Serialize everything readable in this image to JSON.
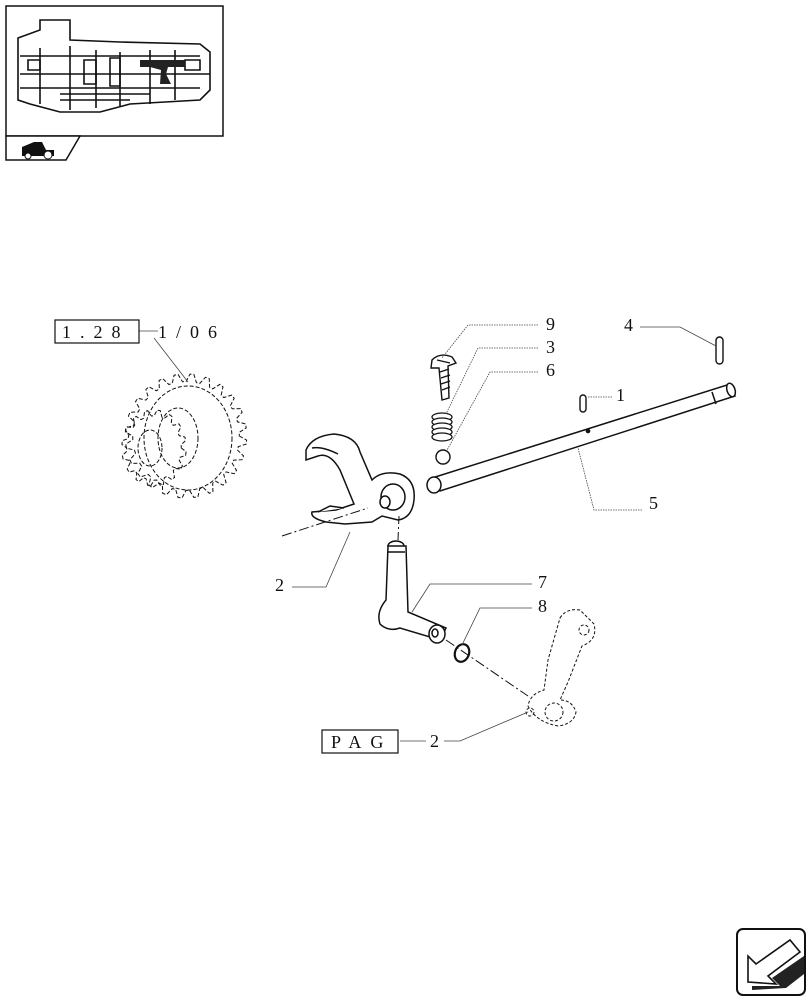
{
  "diagram": {
    "callouts": [
      {
        "id": "c9",
        "text": "9"
      },
      {
        "id": "c3",
        "text": "3"
      },
      {
        "id": "c6",
        "text": "6"
      },
      {
        "id": "c4",
        "text": "4"
      },
      {
        "id": "c1",
        "text": "1"
      },
      {
        "id": "c5",
        "text": "5"
      },
      {
        "id": "c2a",
        "text": "2"
      },
      {
        "id": "c7",
        "text": "7"
      },
      {
        "id": "c8",
        "text": "8"
      },
      {
        "id": "c2b",
        "text": "2"
      }
    ],
    "refs": {
      "gear_ref_box": "1.28",
      "gear_ref_page": "1/06",
      "lever_ref_box": "PAG"
    }
  },
  "colors": {
    "line": "#111111",
    "leader": "#444444",
    "inset_fill": "#222222"
  },
  "icons": {
    "section_icon": "tractor-section-icon",
    "nav_icon": "next-page-arrow-icon"
  }
}
